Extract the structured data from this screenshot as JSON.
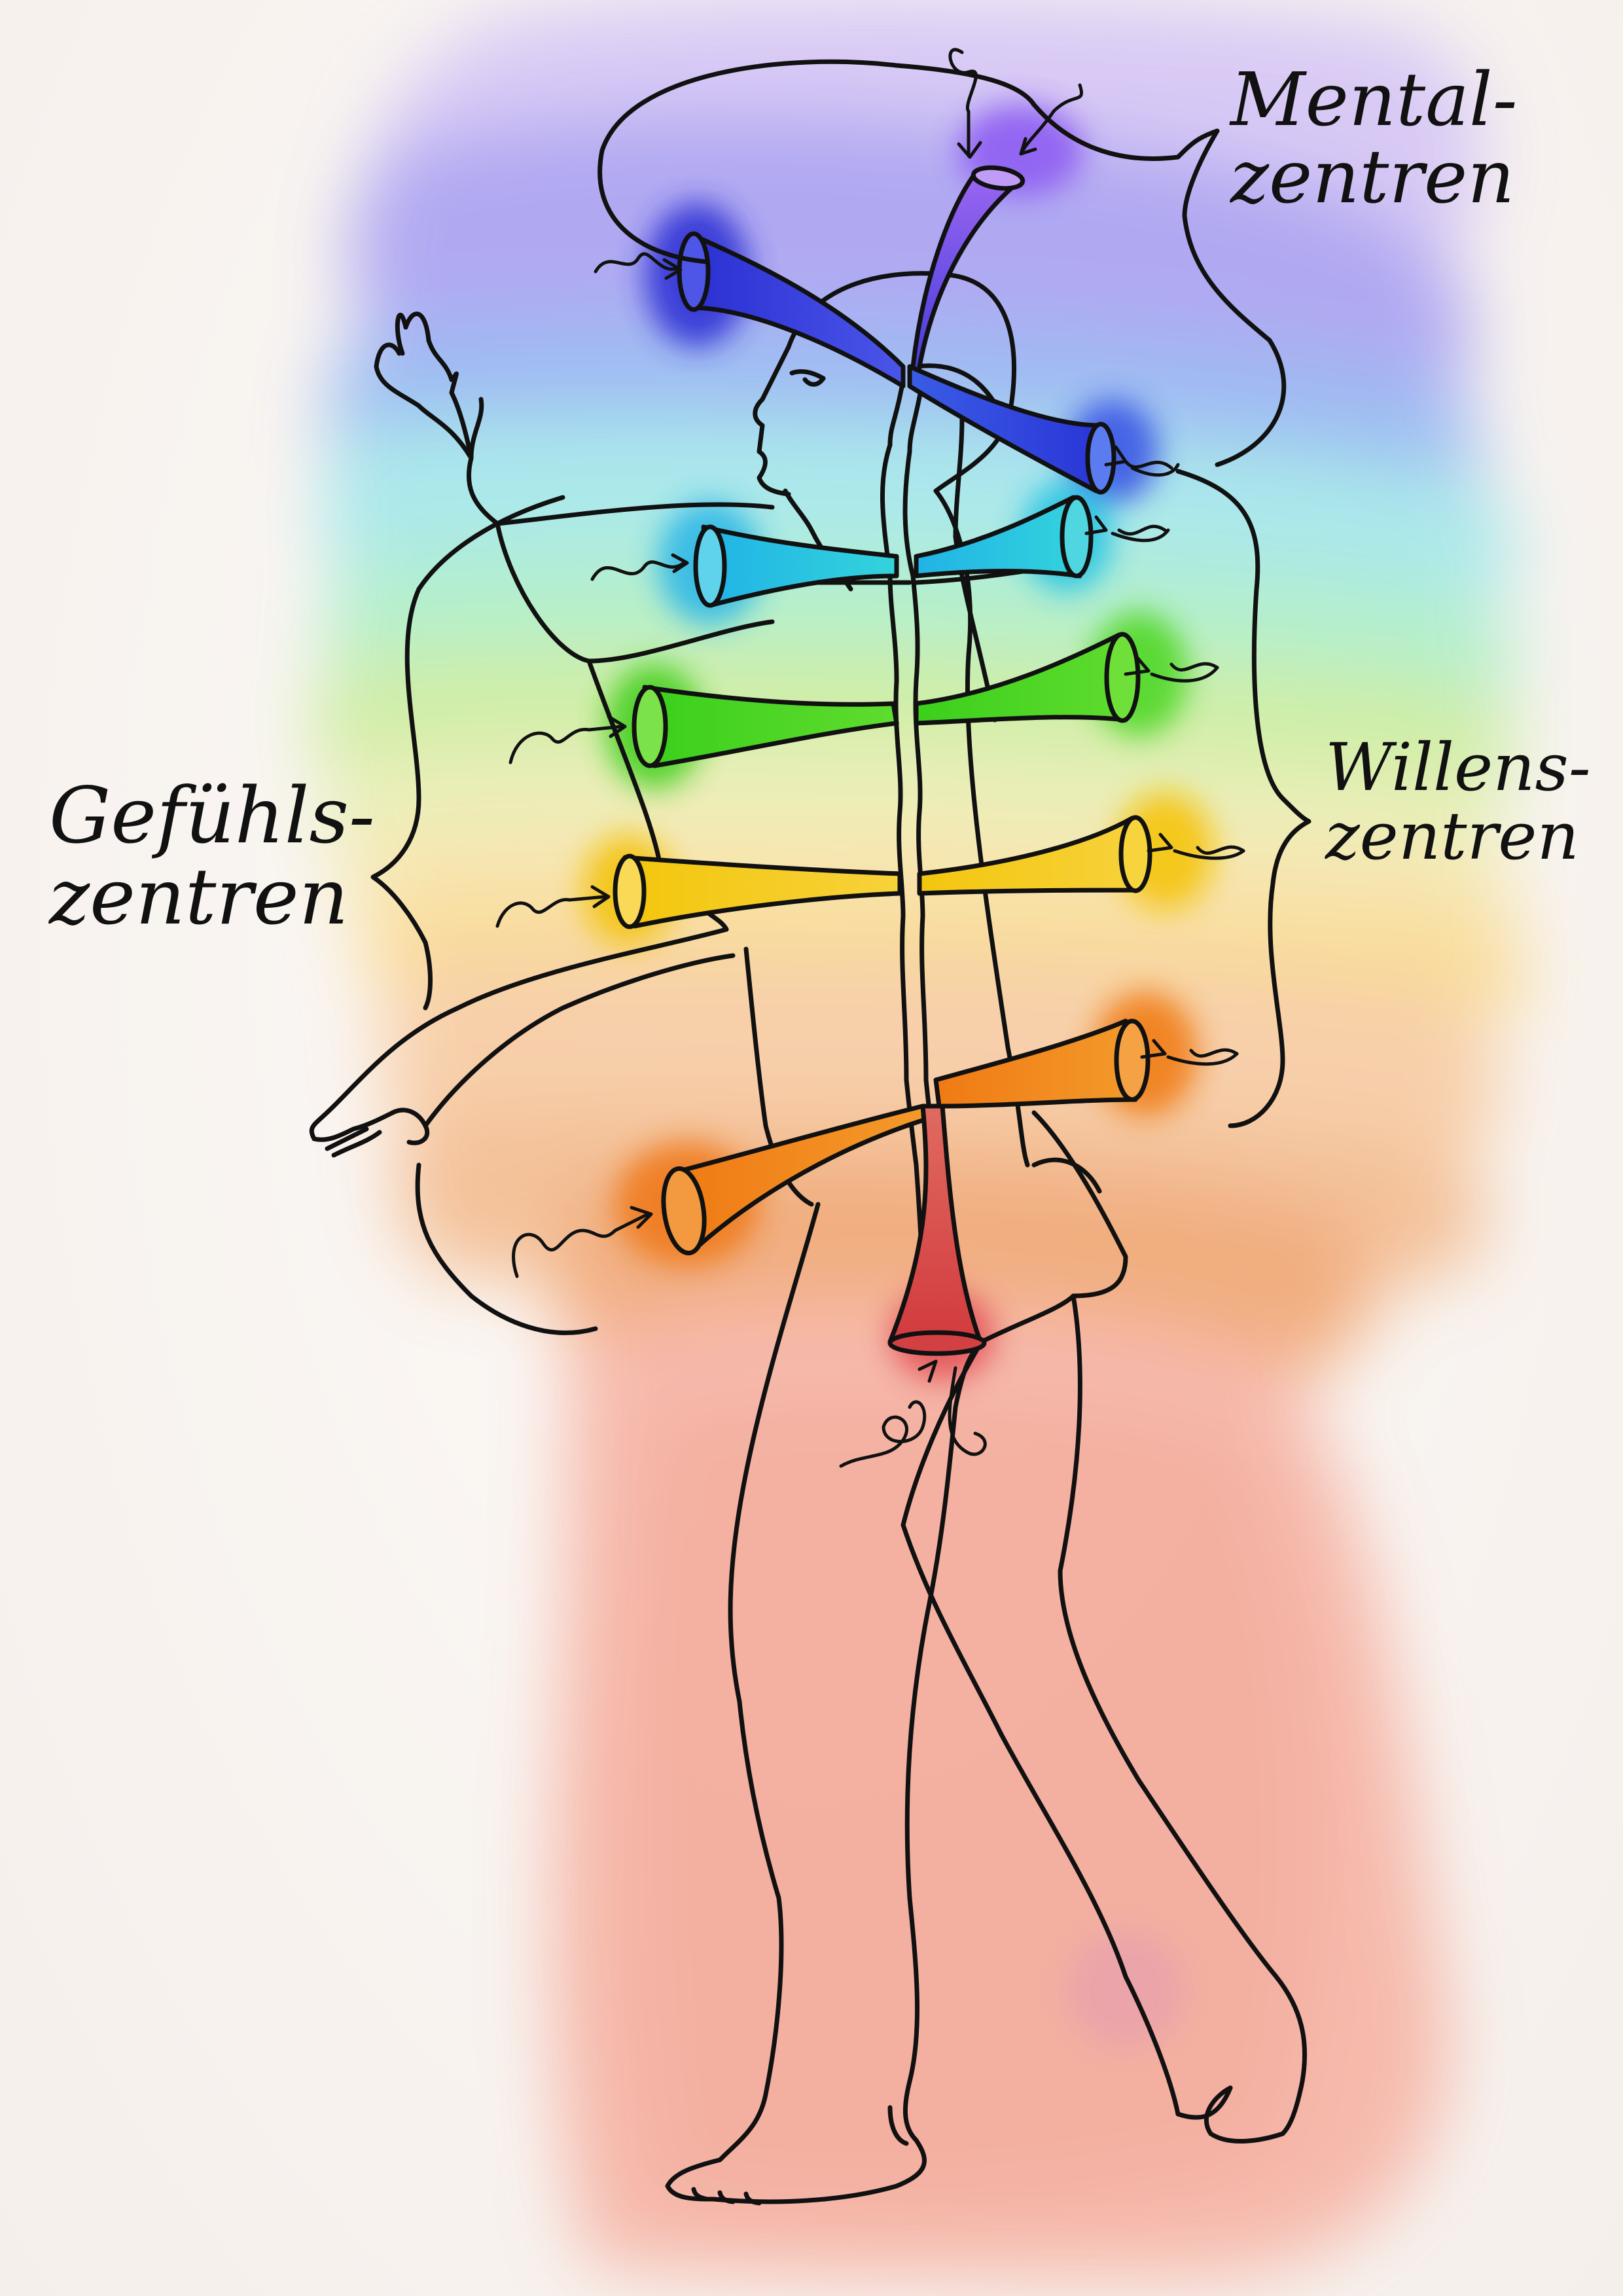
{
  "labels": {
    "mental": [
      "Mental-",
      "zentren"
    ],
    "gefuehl": [
      "Gefühls-",
      "zentren"
    ],
    "willen": [
      "Willens-",
      "zentren"
    ]
  },
  "colors": {
    "violet": "#a98ff0",
    "indigo": "#5b5de6",
    "blue": "#2f3fd8",
    "cyan": "#36c9e0",
    "green": "#4fd42a",
    "yellow": "#f4c21a",
    "orange": "#f08a1e",
    "red": "#e8604a",
    "ink": "#111111"
  },
  "centers": [
    {
      "name": "crown-center",
      "color": "#7a4ff0"
    },
    {
      "name": "brow-center",
      "color": "#2f3fd8"
    },
    {
      "name": "throat-center",
      "color": "#24b8e0"
    },
    {
      "name": "heart-center",
      "color": "#45c91e"
    },
    {
      "name": "solar-plexus-center",
      "color": "#f2c514"
    },
    {
      "name": "sacral-center",
      "color": "#f0821a"
    },
    {
      "name": "root-center",
      "color": "#d8403c"
    }
  ]
}
